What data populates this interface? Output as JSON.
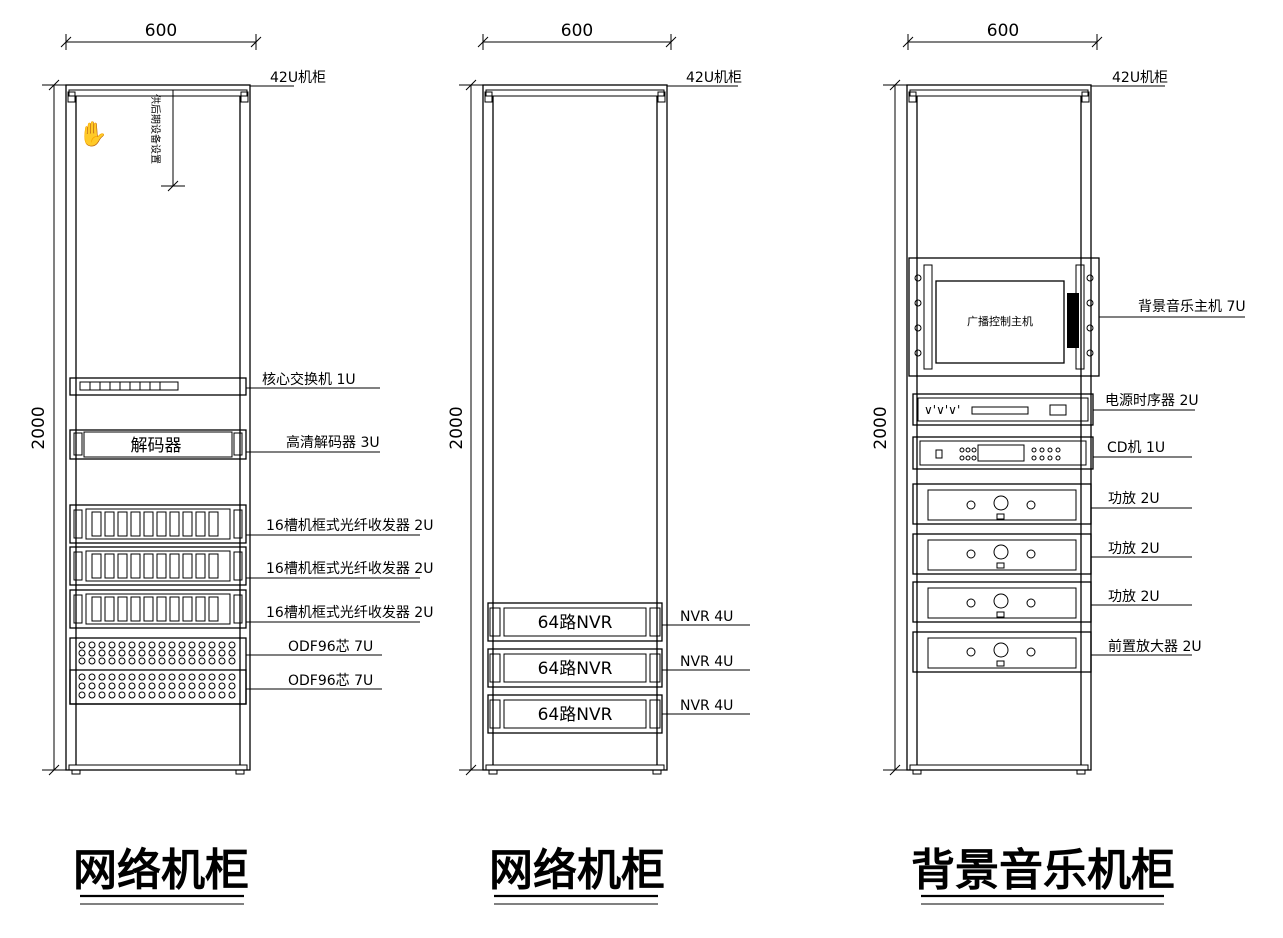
{
  "cabinets": [
    {
      "width_label": "600",
      "height_label": "2000",
      "cabinet_label": "42U机柜",
      "title": "网络机柜",
      "vertical_note": "供后期设备设置",
      "equipment": [
        {
          "label": "核心交换机",
          "u": "1U"
        },
        {
          "label": "高清解码器",
          "u": "3U",
          "face_text": "解码器"
        },
        {
          "label": "16槽机框式光纤收发器",
          "u": "2U"
        },
        {
          "label": "16槽机框式光纤收发器",
          "u": "2U"
        },
        {
          "label": "16槽机框式光纤收发器",
          "u": "2U"
        },
        {
          "label": "ODF96芯",
          "u": "7U"
        },
        {
          "label": "ODF96芯",
          "u": "7U"
        }
      ]
    },
    {
      "width_label": "600",
      "height_label": "2000",
      "cabinet_label": "42U机柜",
      "title": "网络机柜",
      "equipment": [
        {
          "label": "NVR",
          "u": "4U",
          "face_text": "64路NVR"
        },
        {
          "label": "NVR",
          "u": "4U",
          "face_text": "64路NVR"
        },
        {
          "label": "NVR",
          "u": "4U",
          "face_text": "64路NVR"
        }
      ]
    },
    {
      "width_label": "600",
      "height_label": "2000",
      "cabinet_label": "42U机柜",
      "title": "背景音乐机柜",
      "equipment": [
        {
          "label": "背景音乐主机",
          "u": "7U",
          "face_text": "广播控制主机"
        },
        {
          "label": "电源时序器",
          "u": "2U"
        },
        {
          "label": "CD机",
          "u": "1U"
        },
        {
          "label": "功放",
          "u": "2U"
        },
        {
          "label": "功放",
          "u": "2U"
        },
        {
          "label": "功放",
          "u": "2U"
        },
        {
          "label": "前置放大器",
          "u": "2U"
        }
      ]
    }
  ]
}
